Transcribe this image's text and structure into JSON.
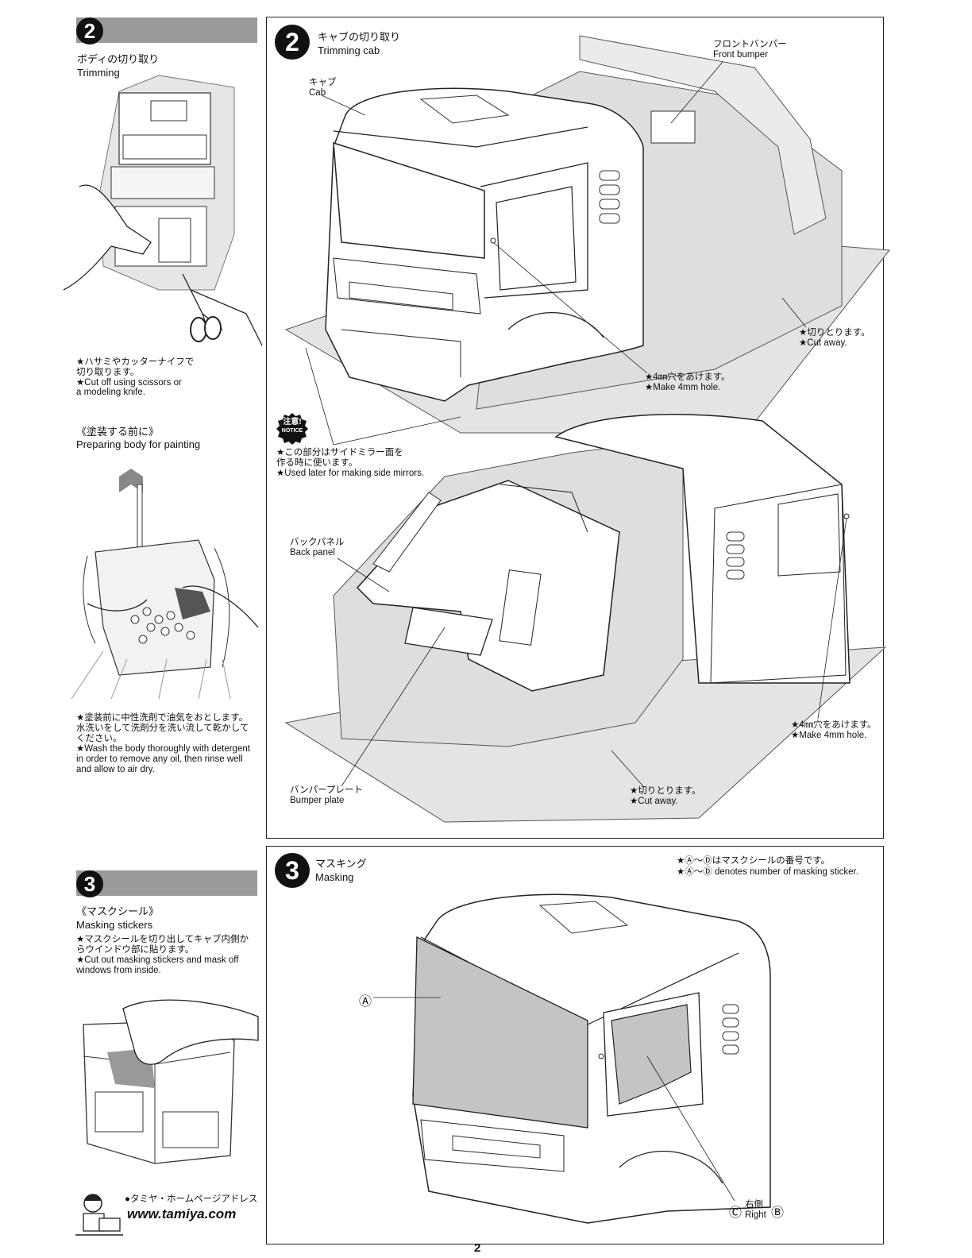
{
  "left": {
    "step2": {
      "number": "2",
      "title_jp": "ボディの切り取り",
      "title_en": "Trimming",
      "note_jp1": "★ハサミやカッターナイフで",
      "note_jp2": "切り取ります。",
      "note_en1": "★Cut off using scissors or",
      "note_en2": "a modeling knife.",
      "painting_title_jp": "《塗装する前に》",
      "painting_title_en": "Preparing body for painting",
      "wash_jp1": "★塗装前に中性洗剤で油気をおとします。",
      "wash_jp2": "水洗いをして洗剤分を洗い流して乾かして",
      "wash_jp3": "ください。",
      "wash_en1": "★Wash the body thoroughly with detergent",
      "wash_en2": "in order to remove any oil, then rinse well",
      "wash_en3": "and allow to air dry."
    },
    "step3": {
      "number": "3",
      "title_jp": "《マスクシール》",
      "title_en": "Masking stickers",
      "note_jp1": "★マスクシールを切り出してキャブ内側か",
      "note_jp2": "らウインドウ部に貼ります。",
      "note_en1": "★Cut out masking stickers and mask off",
      "note_en2": "windows from inside."
    },
    "footer": {
      "homepage_jp": "●タミヤ・ホームページアドレス",
      "url": "www.tamiya.com"
    }
  },
  "panel2": {
    "number": "2",
    "title_jp": "キャブの切り取り",
    "title_en": "Trimming cab",
    "cab_jp": "キャブ",
    "cab_en": "Cab",
    "front_bumper_jp": "フロントバンパー",
    "front_bumper_en": "Front bumper",
    "cut_away_jp": "★切りとります。",
    "cut_away_en": "★Cut away.",
    "hole_jp": "★4㎜穴をあけます。",
    "hole_en": "★Make 4mm hole.",
    "notice_jp": "注意!",
    "notice_en": "NOTICE",
    "mirror_jp1": "★この部分はサイドミラー面を",
    "mirror_jp2": "作る時に使います。",
    "mirror_en": "★Used later for making side mirrors.",
    "back_panel_jp": "バックパネル",
    "back_panel_en": "Back panel",
    "hole2_jp": "★4㎜穴をあけます。",
    "hole2_en": "★Make 4mm hole.",
    "bumper_plate_jp": "バンパープレート",
    "bumper_plate_en": "Bumper plate",
    "cut_away2_jp": "★切りとります。",
    "cut_away2_en": "★Cut away."
  },
  "panel3": {
    "number": "3",
    "title_jp": "マスキング",
    "title_en": "Masking",
    "note_jp": "★Ⓐ～Ⓓはマスクシールの番号です。",
    "note_en": "★Ⓐ～Ⓓ denotes number of masking sticker.",
    "label_a": "Ⓐ",
    "label_c": "Ⓒ",
    "right_jp": "右側",
    "right_en": "Right",
    "label_b": "Ⓑ"
  },
  "page_number": "2"
}
